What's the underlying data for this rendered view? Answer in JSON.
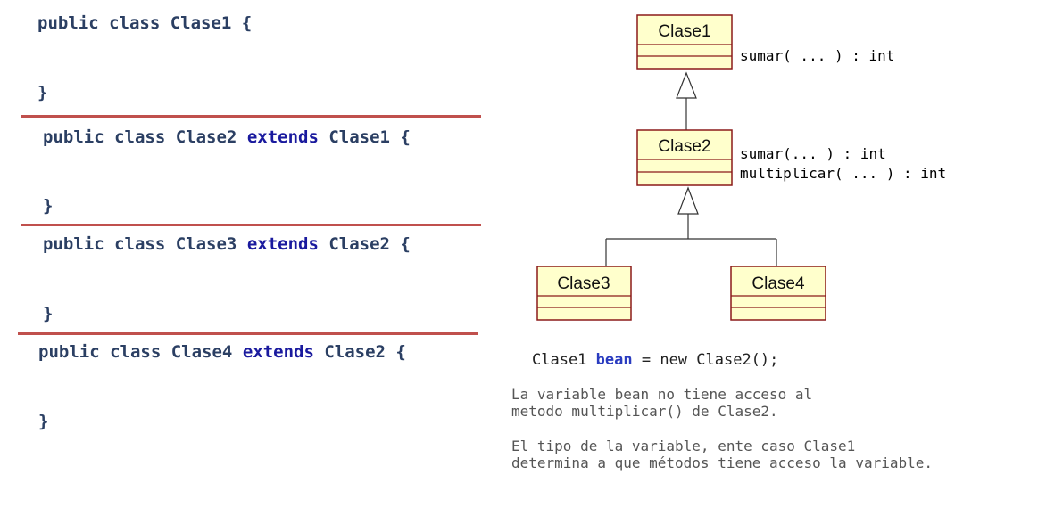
{
  "code": {
    "block1": {
      "prefix": "public class ",
      "name": "Clase1",
      "suffix": " {",
      "close": "}"
    },
    "block2": {
      "prefix": "public class ",
      "name": "Clase2",
      "kw": "extends",
      "parent": "Clase1",
      "suffix": " {",
      "close": "}"
    },
    "block3": {
      "prefix": "public class ",
      "name": "Clase3",
      "kw": "extends",
      "parent": "Clase2",
      "suffix": " {",
      "close": "}"
    },
    "block4": {
      "prefix": "public class ",
      "name": "Clase4",
      "kw": "extends",
      "parent": "Clase2",
      "suffix": " {",
      "close": "}"
    },
    "separator_color": "#c0504d"
  },
  "uml": {
    "clase1": {
      "name": "Clase1",
      "methods": [
        "sumar( ... ) : int"
      ]
    },
    "clase2": {
      "name": "Clase2",
      "methods": [
        "sumar(... ) : int",
        "multiplicar( ... ) : int"
      ]
    },
    "clase3": {
      "name": "Clase3"
    },
    "clase4": {
      "name": "Clase4"
    },
    "box_fill": "#ffffcc",
    "box_stroke": "#8b1a1a"
  },
  "statement": {
    "type": "Clase1",
    "var": "bean",
    "rest": " = new Clase2();"
  },
  "notes": {
    "note1": {
      "line1": "La variable bean no tiene acceso al",
      "line2": "metodo multiplicar() de Clase2."
    },
    "note2": {
      "line1": "El tipo de la variable, ente caso Clase1",
      "line2": "determina a que métodos tiene acceso la variable."
    }
  }
}
